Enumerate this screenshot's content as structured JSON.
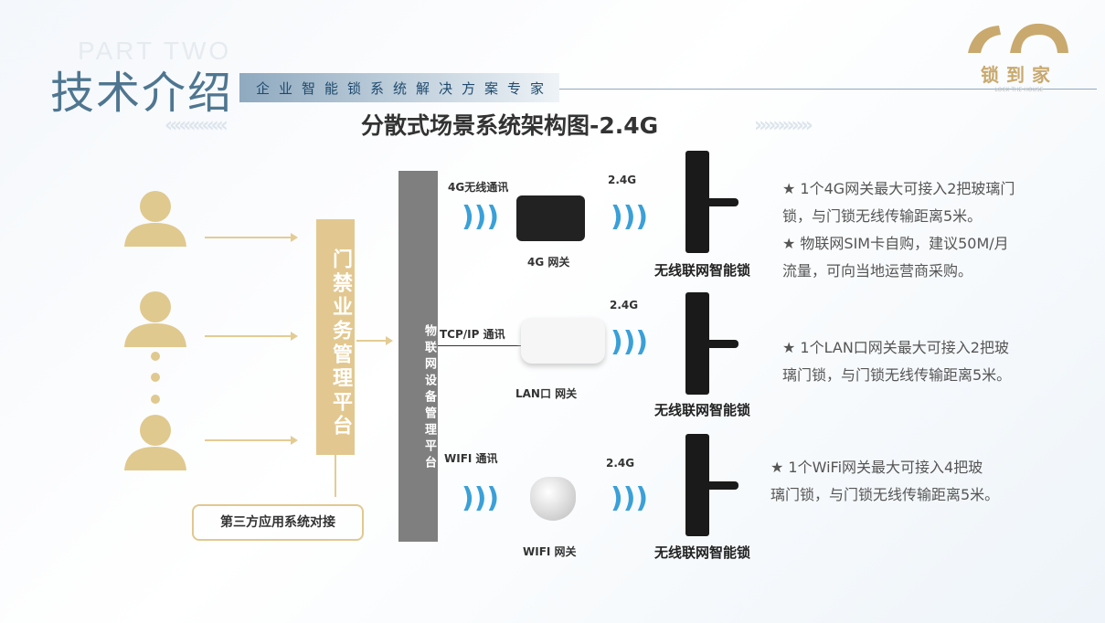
{
  "header": {
    "part": "PART TWO",
    "title": "技术介绍",
    "slogan": "企业智能锁系统解决方案专家",
    "main_title": "分散式场景系统架构图-2.4G"
  },
  "logo": {
    "text": "锁到家",
    "sub": "LOCK THE HOUSE"
  },
  "platform": {
    "business": "门禁业务管理平台",
    "iot": "物联网设备管理平台",
    "third_party": "第三方应用系统对接"
  },
  "rows": [
    {
      "comm": "4G无线通讯",
      "gateway": "4G 网关",
      "freq": "2.4G",
      "lock": "无线联网智能锁",
      "desc": [
        "★ 1个4G网关最大可接入2把玻璃门",
        "锁，与门锁无线传输距离5米。",
        "★ 物联网SIM卡自购，建议50M/月",
        "流量，可向当地运营商采购。"
      ]
    },
    {
      "comm": "TCP/IP 通讯",
      "gateway": "LAN口 网关",
      "freq": "2.4G",
      "lock": "无线联网智能锁",
      "desc": [
        "★ 1个LAN口网关最大可接入2把玻",
        "璃门锁，与门锁无线传输距离5米。"
      ]
    },
    {
      "comm": "WIFI 通讯",
      "gateway": "WIFI 网关",
      "freq": "2.4G",
      "lock": "无线联网智能锁",
      "desc": [
        "★ 1个WiFi网关最大可接入4把玻",
        "璃门锁，与门锁无线传输距离5米。"
      ]
    }
  ]
}
